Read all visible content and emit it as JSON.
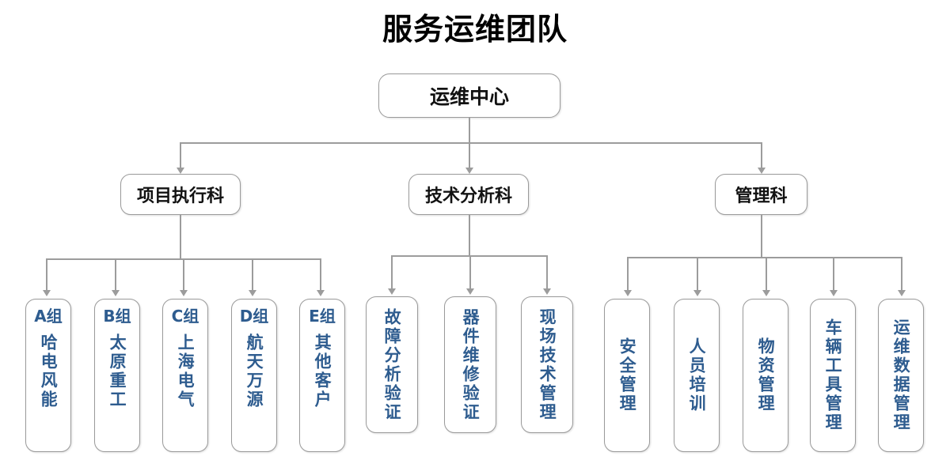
{
  "title": "服务运维团队",
  "colors": {
    "leaf_text": "#2e5c8f",
    "node_border": "#9a9a9a",
    "connector": "#9c9c9c",
    "title_text": "#000000",
    "background": "#ffffff"
  },
  "root": {
    "label": "运维中心"
  },
  "departments": [
    {
      "label": "项目执行科"
    },
    {
      "label": "技术分析科"
    },
    {
      "label": "管理科"
    }
  ],
  "groups": [
    {
      "dept": "项目执行科",
      "leaves": [
        {
          "code": "A组",
          "name": "哈电风能"
        },
        {
          "code": "B组",
          "name": "太原重工"
        },
        {
          "code": "C组",
          "name": "上海电气"
        },
        {
          "code": "D组",
          "name": "航天万源"
        },
        {
          "code": "E组",
          "name": "其他客户"
        }
      ]
    },
    {
      "dept": "技术分析科",
      "leaves": [
        {
          "code": "",
          "name": "故障分析验证"
        },
        {
          "code": "",
          "name": "器件维修验证"
        },
        {
          "code": "",
          "name": "现场技术管理"
        }
      ]
    },
    {
      "dept": "管理科",
      "leaves": [
        {
          "code": "",
          "name": "安全管理"
        },
        {
          "code": "",
          "name": "人员培训"
        },
        {
          "code": "",
          "name": "物资管理"
        },
        {
          "code": "",
          "name": "车辆工具管理"
        },
        {
          "code": "",
          "name": "运维数据管理"
        }
      ]
    }
  ]
}
